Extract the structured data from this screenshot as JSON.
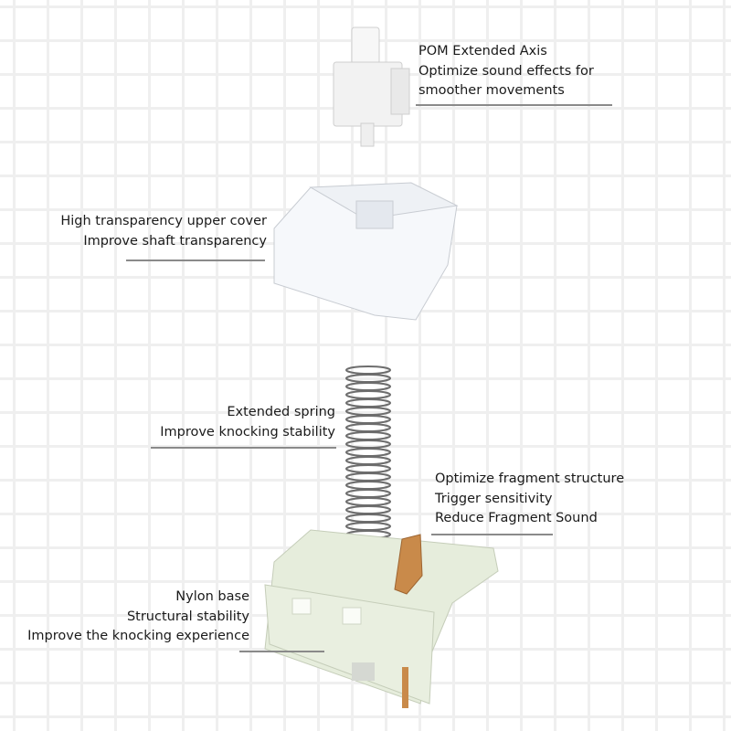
{
  "callouts": {
    "stem": {
      "lines": [
        "POM Extended Axis",
        "Optimize sound effects for",
        "smoother movements"
      ]
    },
    "upper_cover": {
      "lines": [
        "High transparency upper cover",
        "Improve shaft transparency"
      ]
    },
    "spring": {
      "lines": [
        "Extended spring",
        "Improve knocking stability"
      ]
    },
    "contact": {
      "lines": [
        "Optimize fragment structure",
        "Trigger sensitivity",
        "Reduce Fragment Sound"
      ]
    },
    "base": {
      "lines": [
        "Nylon base",
        "Structural stability",
        "Improve the knocking experience"
      ]
    }
  },
  "colors": {
    "grid": "#efefef",
    "rule": "#8a8a8a",
    "base": "#e6eddc",
    "copper": "#c98a4a"
  }
}
